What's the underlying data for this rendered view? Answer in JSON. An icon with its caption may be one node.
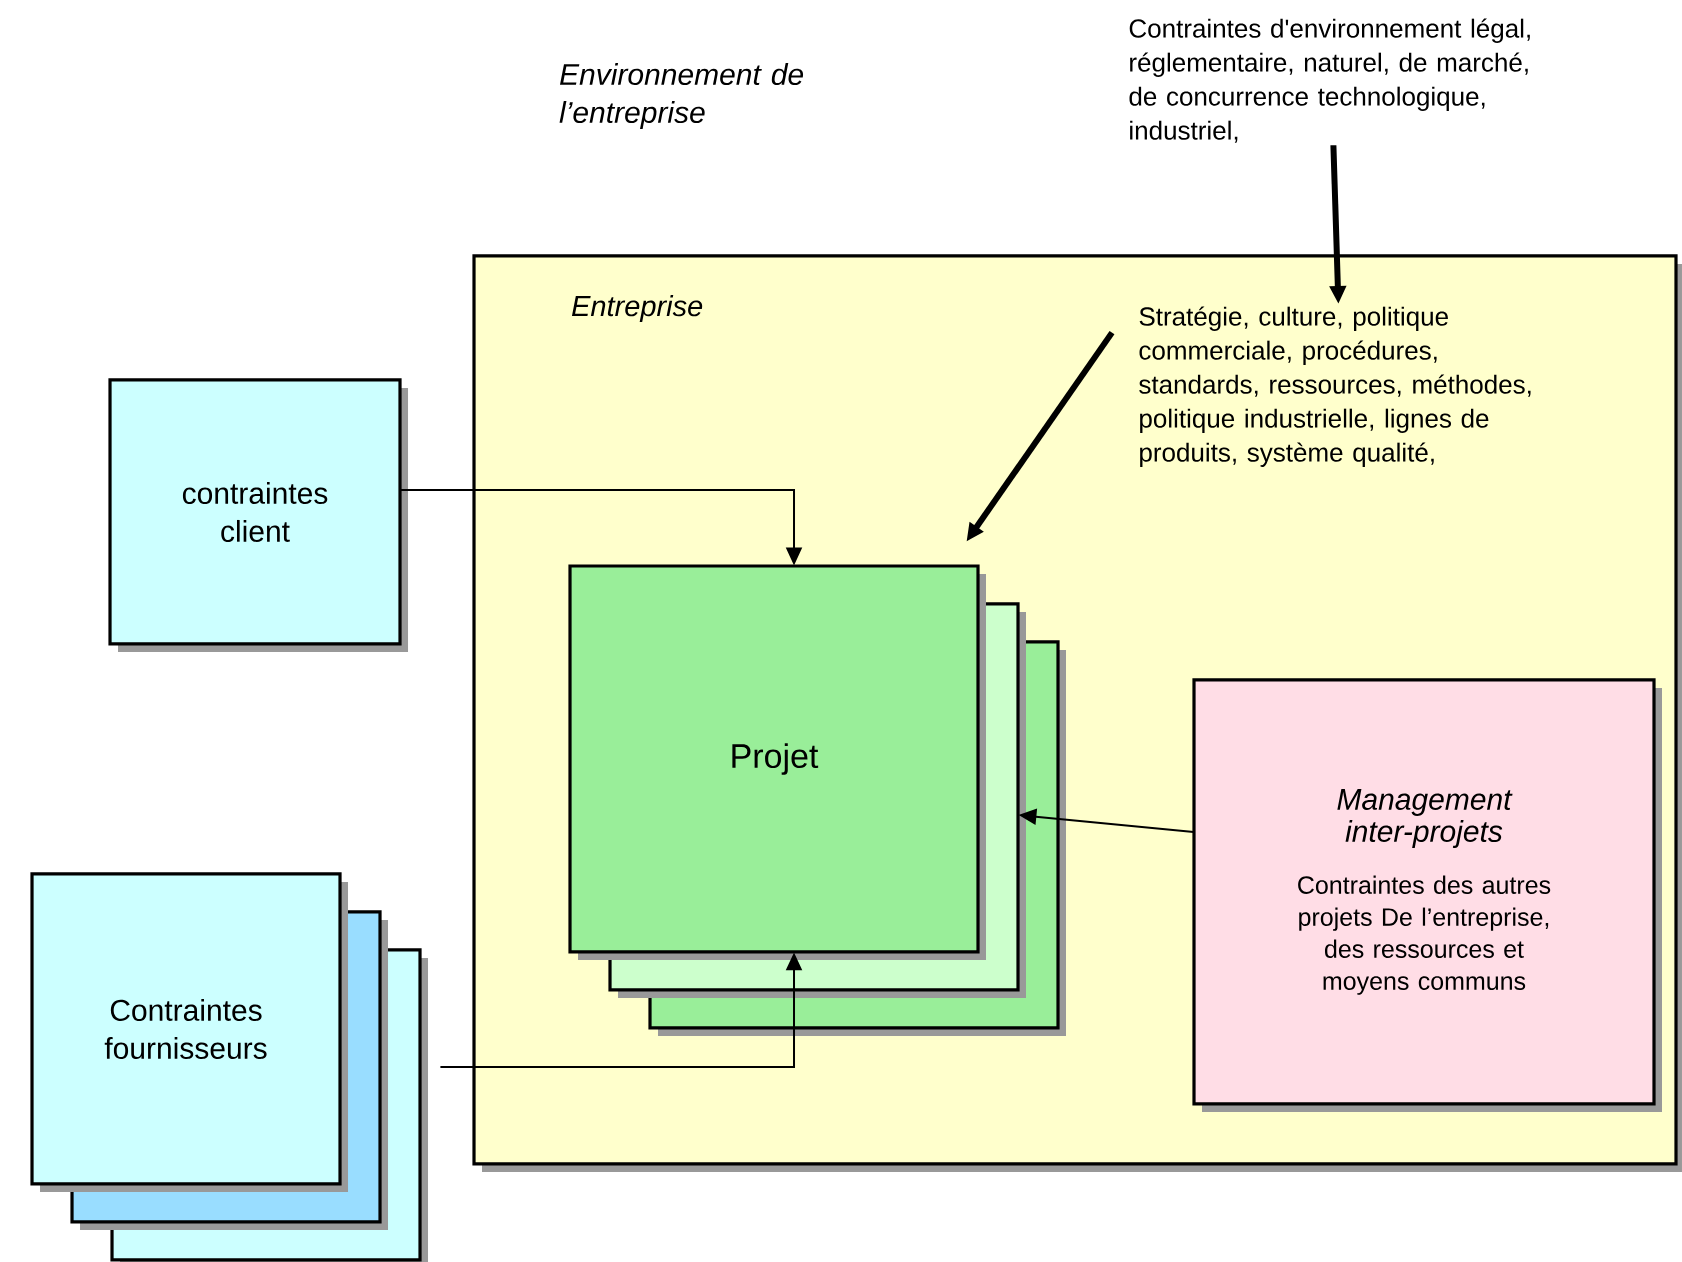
{
  "diagram": {
    "nodes": [
      {
        "text": [
          "Entreprise"
        ]
      },
      {
        "text": [
          "contraintes client"
        ]
      },
      {
        "text": [
          "Projet"
        ],
        "in": 0
      },
      {
        "text": [
          "Management inter-projets",
          "Contraintes des autres projets De l’entreprise, des ressources et moyens communs"
        ],
        "in": 0
      },
      {
        "text": [
          "Contraintes fournisseurs"
        ]
      },
      {
        "text": [
          "Contraintes d'environnement légal, réglementaire, naturel, de marché, de concurrence technologique, industriel,"
        ]
      },
      {
        "text": [
          "Stratégie, culture, politique commerciale, procédures, standards, ressources, méthodes, politique industrielle, lignes de produits, système qualité,"
        ],
        "in": 0
      }
    ],
    "edges": [
      {
        "from": 1,
        "to": 2,
        "arrow": "to"
      },
      {
        "from": 4,
        "to": 2,
        "arrow": "to"
      },
      {
        "from": 3,
        "to": 2,
        "arrow": "to"
      },
      {
        "from": 5,
        "to": 6,
        "arrow": "to",
        "style": "thick"
      },
      {
        "from": 6,
        "to": 2,
        "arrow": "to",
        "style": "thick"
      }
    ],
    "labels": [
      "Environnement de l’entreprise"
    ]
  }
}
